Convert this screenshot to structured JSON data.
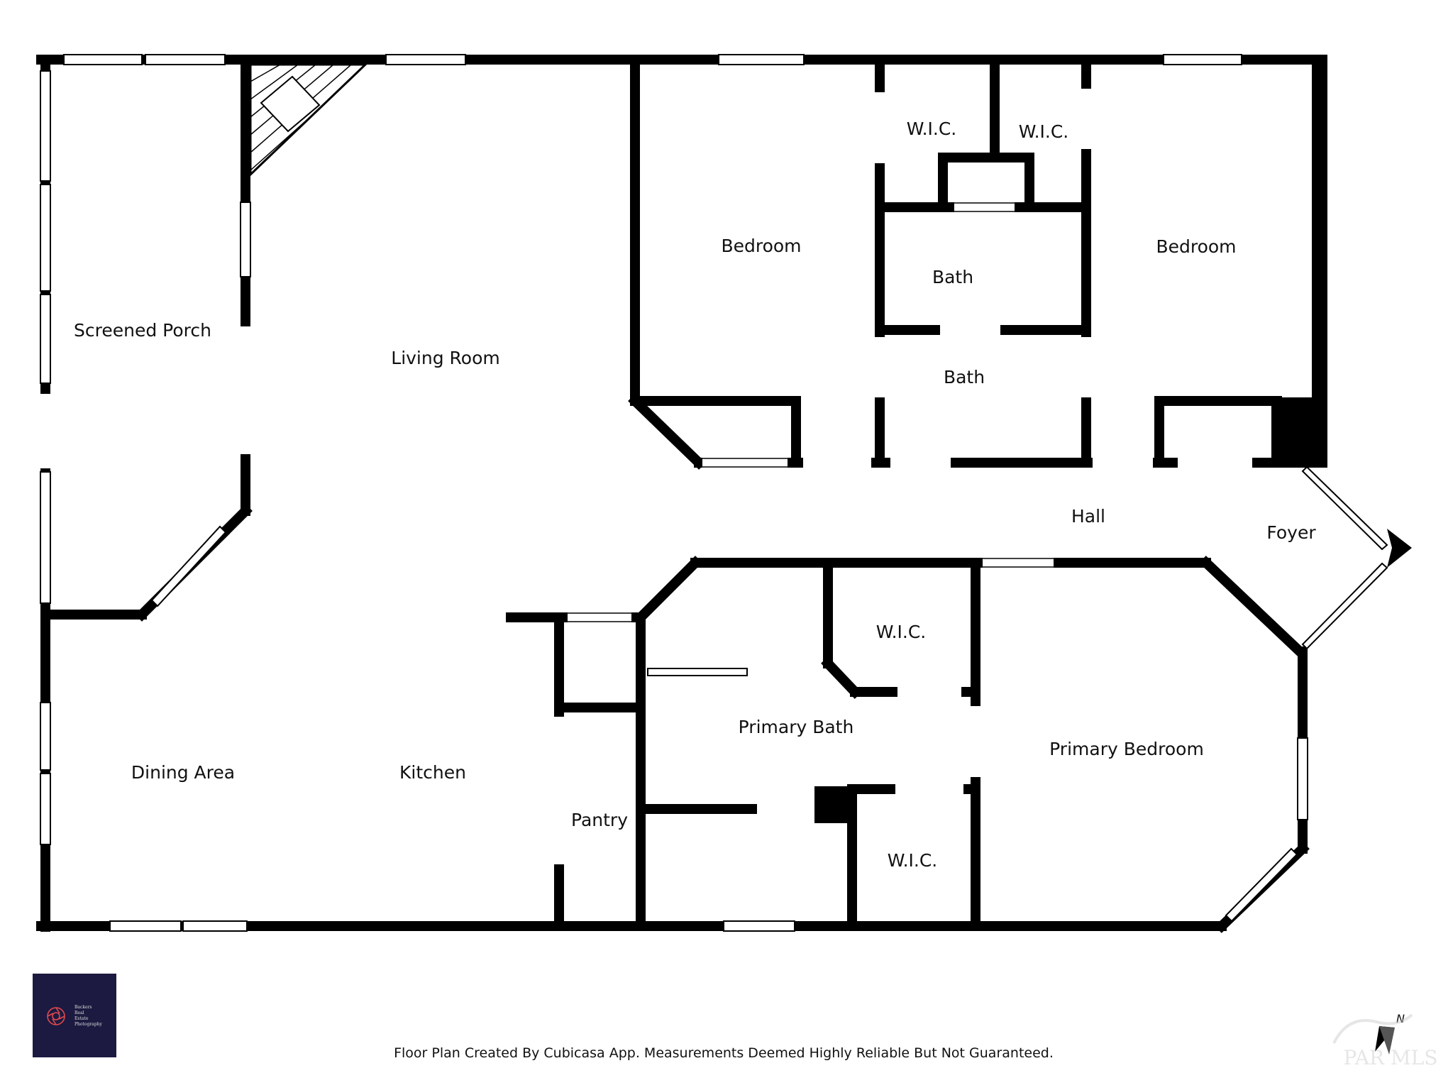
{
  "rooms": {
    "screened_porch": "Screened Porch",
    "living_room": "Living Room",
    "bedroom_1": "Bedroom",
    "wic_1": "W.I.C.",
    "wic_2": "W.I.C.",
    "bath_1": "Bath",
    "bath_2": "Bath",
    "bedroom_2": "Bedroom",
    "hall": "Hall",
    "foyer": "Foyer",
    "wic_3": "W.I.C.",
    "primary_bath": "Primary Bath",
    "primary_bedroom": "Primary Bedroom",
    "dining_area": "Dining Area",
    "kitchen": "Kitchen",
    "pantry": "Pantry",
    "wic_4": "W.I.C."
  },
  "footer": {
    "disclaimer": "Floor Plan Created By Cubicasa App. Measurements Deemed Highly Reliable But Not Guaranteed."
  },
  "logo": {
    "lines": [
      "Backers",
      "Real",
      "Estate",
      "Photography"
    ],
    "background": "#1c1a40",
    "ring_color": "#e0484f"
  },
  "compass": {
    "north_label": "N"
  },
  "watermark": {
    "text": "PAR MLS"
  },
  "colors": {
    "wall": "#000000",
    "window": "#ffffff"
  }
}
